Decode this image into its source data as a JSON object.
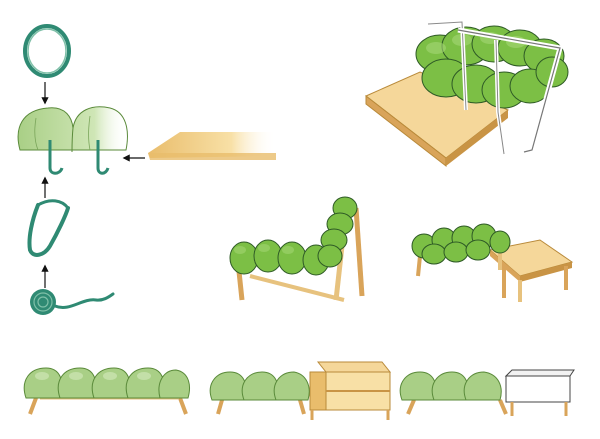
{
  "colors": {
    "cushion_light": "#a9cf86",
    "cushion_mid": "#6fb33e",
    "cushion_dark": "#3f8a2a",
    "band": "#2f8a73",
    "wood_light": "#f8e0a6",
    "wood_mid": "#e9bd6c",
    "wood_dark": "#c99445",
    "outline": "#2e5a26",
    "arrow": "#111111",
    "steel": "#c9c9c9",
    "white_block": "#ffffff"
  },
  "steps": [
    {
      "id": "band-ring"
    },
    {
      "id": "cushion-clip"
    },
    {
      "id": "band-loop"
    },
    {
      "id": "band-roll"
    }
  ],
  "arrows": [
    {
      "id": "ring-to-cushion"
    },
    {
      "id": "loop-to-cushion"
    },
    {
      "id": "roll-to-loop"
    },
    {
      "id": "board-to-cushion"
    }
  ],
  "configurations": [
    {
      "id": "strapped-bench-top"
    },
    {
      "id": "lounge-chair"
    },
    {
      "id": "bench-with-table"
    },
    {
      "id": "long-bench"
    },
    {
      "id": "bench-with-shelf"
    },
    {
      "id": "bench-with-box"
    }
  ]
}
